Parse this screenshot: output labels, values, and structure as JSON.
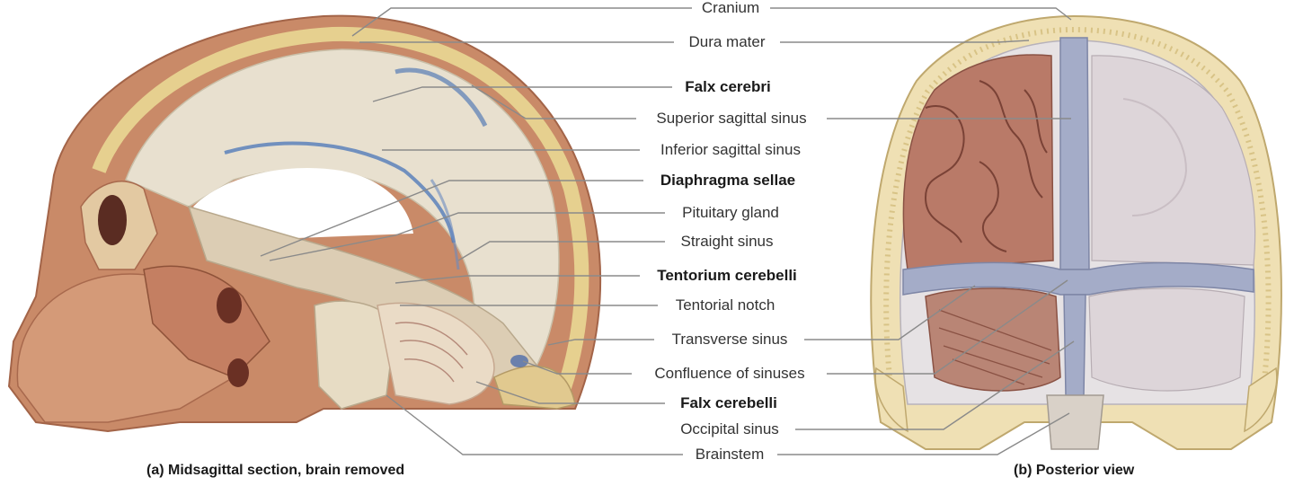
{
  "labels": {
    "cranium": "Cranium",
    "dura_mater": "Dura mater",
    "falx_cerebri": "Falx cerebri",
    "superior_sagittal_sinus": "Superior sagittal sinus",
    "inferior_sagittal_sinus": "Inferior sagittal sinus",
    "diaphragma_sellae": "Diaphragma sellae",
    "pituitary_gland": "Pituitary gland",
    "straight_sinus": "Straight sinus",
    "tentorium_cerebelli": "Tentorium cerebelli",
    "tentorial_notch": "Tentorial notch",
    "transverse_sinus": "Transverse sinus",
    "confluence_of_sinuses": "Confluence of sinuses",
    "falx_cerebelli": "Falx cerebelli",
    "occipital_sinus": "Occipital sinus",
    "brainstem": "Brainstem"
  },
  "captions": {
    "a": "(a) Midsagittal section, brain removed",
    "b": "(b) Posterior view"
  },
  "colors": {
    "leader_line": "#8a8a8a",
    "bone": "#e9d49a",
    "dura": "#e4dccb",
    "sinus": "#9fa8c4",
    "brain": "#b77a66"
  }
}
